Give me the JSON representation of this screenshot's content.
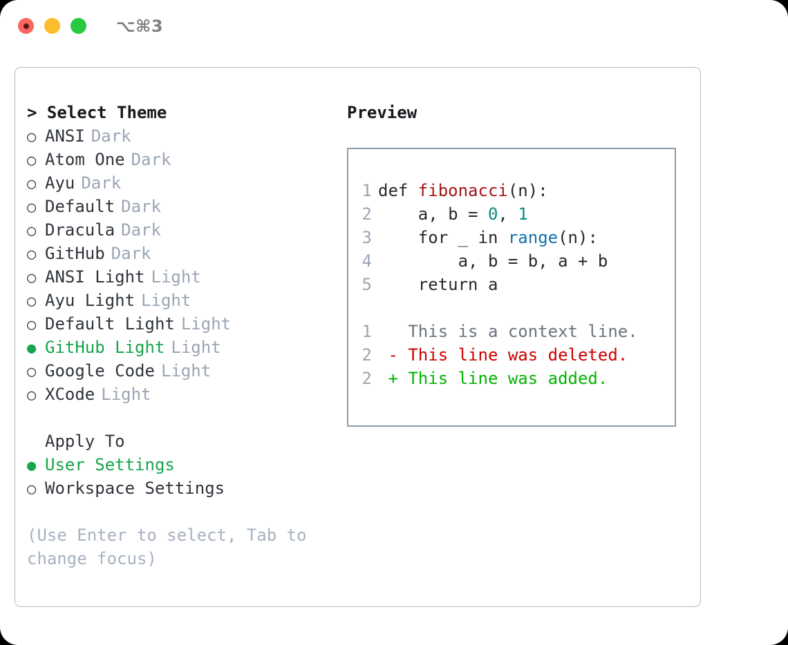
{
  "titlebar": {
    "shortcut": "⌥⌘3",
    "lights": [
      {
        "name": "close",
        "color": "#f9655f"
      },
      {
        "name": "minimize",
        "color": "#fcbc2c"
      },
      {
        "name": "maximize",
        "color": "#28c840"
      }
    ]
  },
  "theme_panel": {
    "header": "> Select Theme",
    "marker_selected": "●",
    "marker_unselected": "○",
    "items": [
      {
        "label": "ANSI",
        "variant": "Dark",
        "selected": false
      },
      {
        "label": "Atom One",
        "variant": "Dark",
        "selected": false
      },
      {
        "label": "Ayu",
        "variant": "Dark",
        "selected": false
      },
      {
        "label": "Default",
        "variant": "Dark",
        "selected": false
      },
      {
        "label": "Dracula",
        "variant": "Dark",
        "selected": false
      },
      {
        "label": "GitHub",
        "variant": "Dark",
        "selected": false
      },
      {
        "label": "ANSI Light",
        "variant": "Light",
        "selected": false
      },
      {
        "label": "Ayu Light",
        "variant": "Light",
        "selected": false
      },
      {
        "label": "Default Light",
        "variant": "Light",
        "selected": false
      },
      {
        "label": "GitHub Light",
        "variant": "Light",
        "selected": true
      },
      {
        "label": "Google Code",
        "variant": "Light",
        "selected": false
      },
      {
        "label": "XCode",
        "variant": "Light",
        "selected": false
      }
    ]
  },
  "apply_to": {
    "header": "Apply To",
    "items": [
      {
        "label": "User Settings",
        "selected": true
      },
      {
        "label": "Workspace Settings",
        "selected": false
      }
    ]
  },
  "hint": "(Use Enter to select, Tab to change focus)",
  "preview": {
    "title": "Preview",
    "code_lines": [
      {
        "number": "1",
        "tokens": [
          {
            "text": "def ",
            "kind": "plain"
          },
          {
            "text": "fibonacci",
            "kind": "fn"
          },
          {
            "text": "(n):",
            "kind": "plain"
          }
        ]
      },
      {
        "number": "2",
        "tokens": [
          {
            "text": "    a, b = ",
            "kind": "plain"
          },
          {
            "text": "0",
            "kind": "num"
          },
          {
            "text": ", ",
            "kind": "plain"
          },
          {
            "text": "1",
            "kind": "num"
          }
        ]
      },
      {
        "number": "3",
        "tokens": [
          {
            "text": "    for _ in ",
            "kind": "plain"
          },
          {
            "text": "range",
            "kind": "call"
          },
          {
            "text": "(n):",
            "kind": "plain"
          }
        ]
      },
      {
        "number": "4",
        "tokens": [
          {
            "text": "        a, b = b, a + b",
            "kind": "plain"
          }
        ]
      },
      {
        "number": "5",
        "tokens": [
          {
            "text": "    return a",
            "kind": "plain"
          }
        ]
      }
    ],
    "diff_lines": [
      {
        "number": "1",
        "sign": " ",
        "text": " This is a context line.",
        "kind": "context"
      },
      {
        "number": "2",
        "sign": "-",
        "text": " This line was deleted.",
        "kind": "deleted"
      },
      {
        "number": "2",
        "sign": "+",
        "text": " This line was added.",
        "kind": "added"
      }
    ]
  },
  "colors": {
    "selected_green": "#17a54b",
    "dim_gray": "#9aa5b4",
    "hint_gray": "#a7b1c0",
    "diff_delete": "#cc0000",
    "diff_add": "#00b400",
    "token_fn": "#a31515",
    "token_num": "#0a8a7e",
    "token_call": "#1272a8",
    "panel_border": "#b3bac6",
    "preview_border": "#8d9bab"
  }
}
